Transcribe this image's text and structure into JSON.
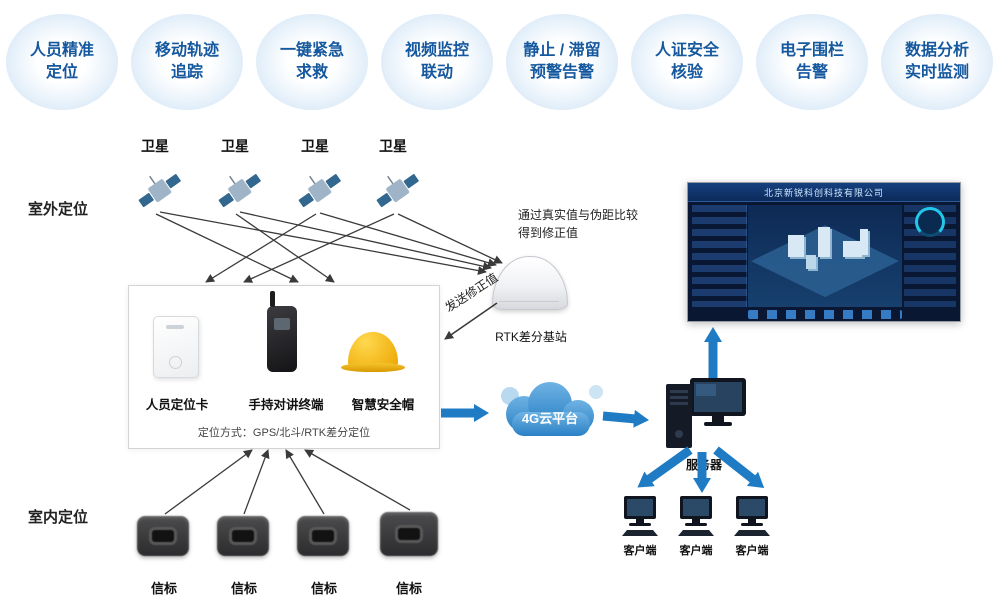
{
  "features": [
    {
      "line1": "人员精准",
      "line2": "定位"
    },
    {
      "line1": "移动轨迹",
      "line2": "追踪"
    },
    {
      "line1": "一键紧急",
      "line2": "求救"
    },
    {
      "line1": "视频监控",
      "line2": "联动"
    },
    {
      "line1": "静止 / 滞留",
      "line2": "预警告警"
    },
    {
      "line1": "人证安全",
      "line2": "核验"
    },
    {
      "line1": "电子围栏",
      "line2": "告警"
    },
    {
      "line1": "数据分析",
      "line2": "实时监测"
    }
  ],
  "sections": {
    "outdoor": "室外定位",
    "indoor": "室内定位"
  },
  "satellites": [
    {
      "label": "卫星"
    },
    {
      "label": "卫星"
    },
    {
      "label": "卫星"
    },
    {
      "label": "卫星"
    }
  ],
  "rtk": {
    "note": "通过真实值与伪距比较得到修正值",
    "send": "发送修正值",
    "label": "RTK差分基站"
  },
  "devices": {
    "items": [
      {
        "label": "人员定位卡"
      },
      {
        "label": "手持对讲终端"
      },
      {
        "label": "智慧安全帽"
      }
    ],
    "caption": "定位方式：GPS/北斗/RTK差分定位"
  },
  "cloud": {
    "label": "4G云平台"
  },
  "server": {
    "label": "服务器"
  },
  "clients": [
    {
      "label": "客户端"
    },
    {
      "label": "客户端"
    },
    {
      "label": "客户端"
    }
  ],
  "beacons": [
    {
      "label": "信标"
    },
    {
      "label": "信标"
    },
    {
      "label": "信标"
    },
    {
      "label": "信标"
    }
  ],
  "dashboard": {
    "title": "北京新锐科创科技有限公司"
  },
  "colors": {
    "accent": "#15589e",
    "arrow_blue": "#1f7cc4"
  }
}
